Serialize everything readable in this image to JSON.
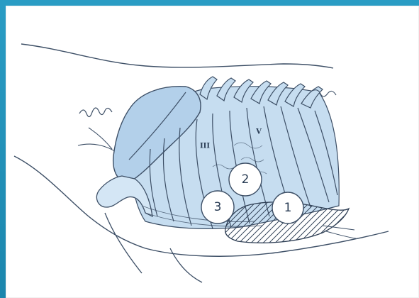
{
  "figure": {
    "markers": [
      {
        "label": "1"
      },
      {
        "label": "2"
      },
      {
        "label": "3"
      }
    ],
    "rib_labels": [
      {
        "label": "III"
      },
      {
        "label": "V"
      }
    ],
    "colors": {
      "frame": "#1f8fb6",
      "panel": "#ffffff",
      "bone_fill": "#c6ddf0",
      "outline": "#3d4f66",
      "hatch": "#2f3f55",
      "marker_fill": "#ffffff"
    }
  }
}
